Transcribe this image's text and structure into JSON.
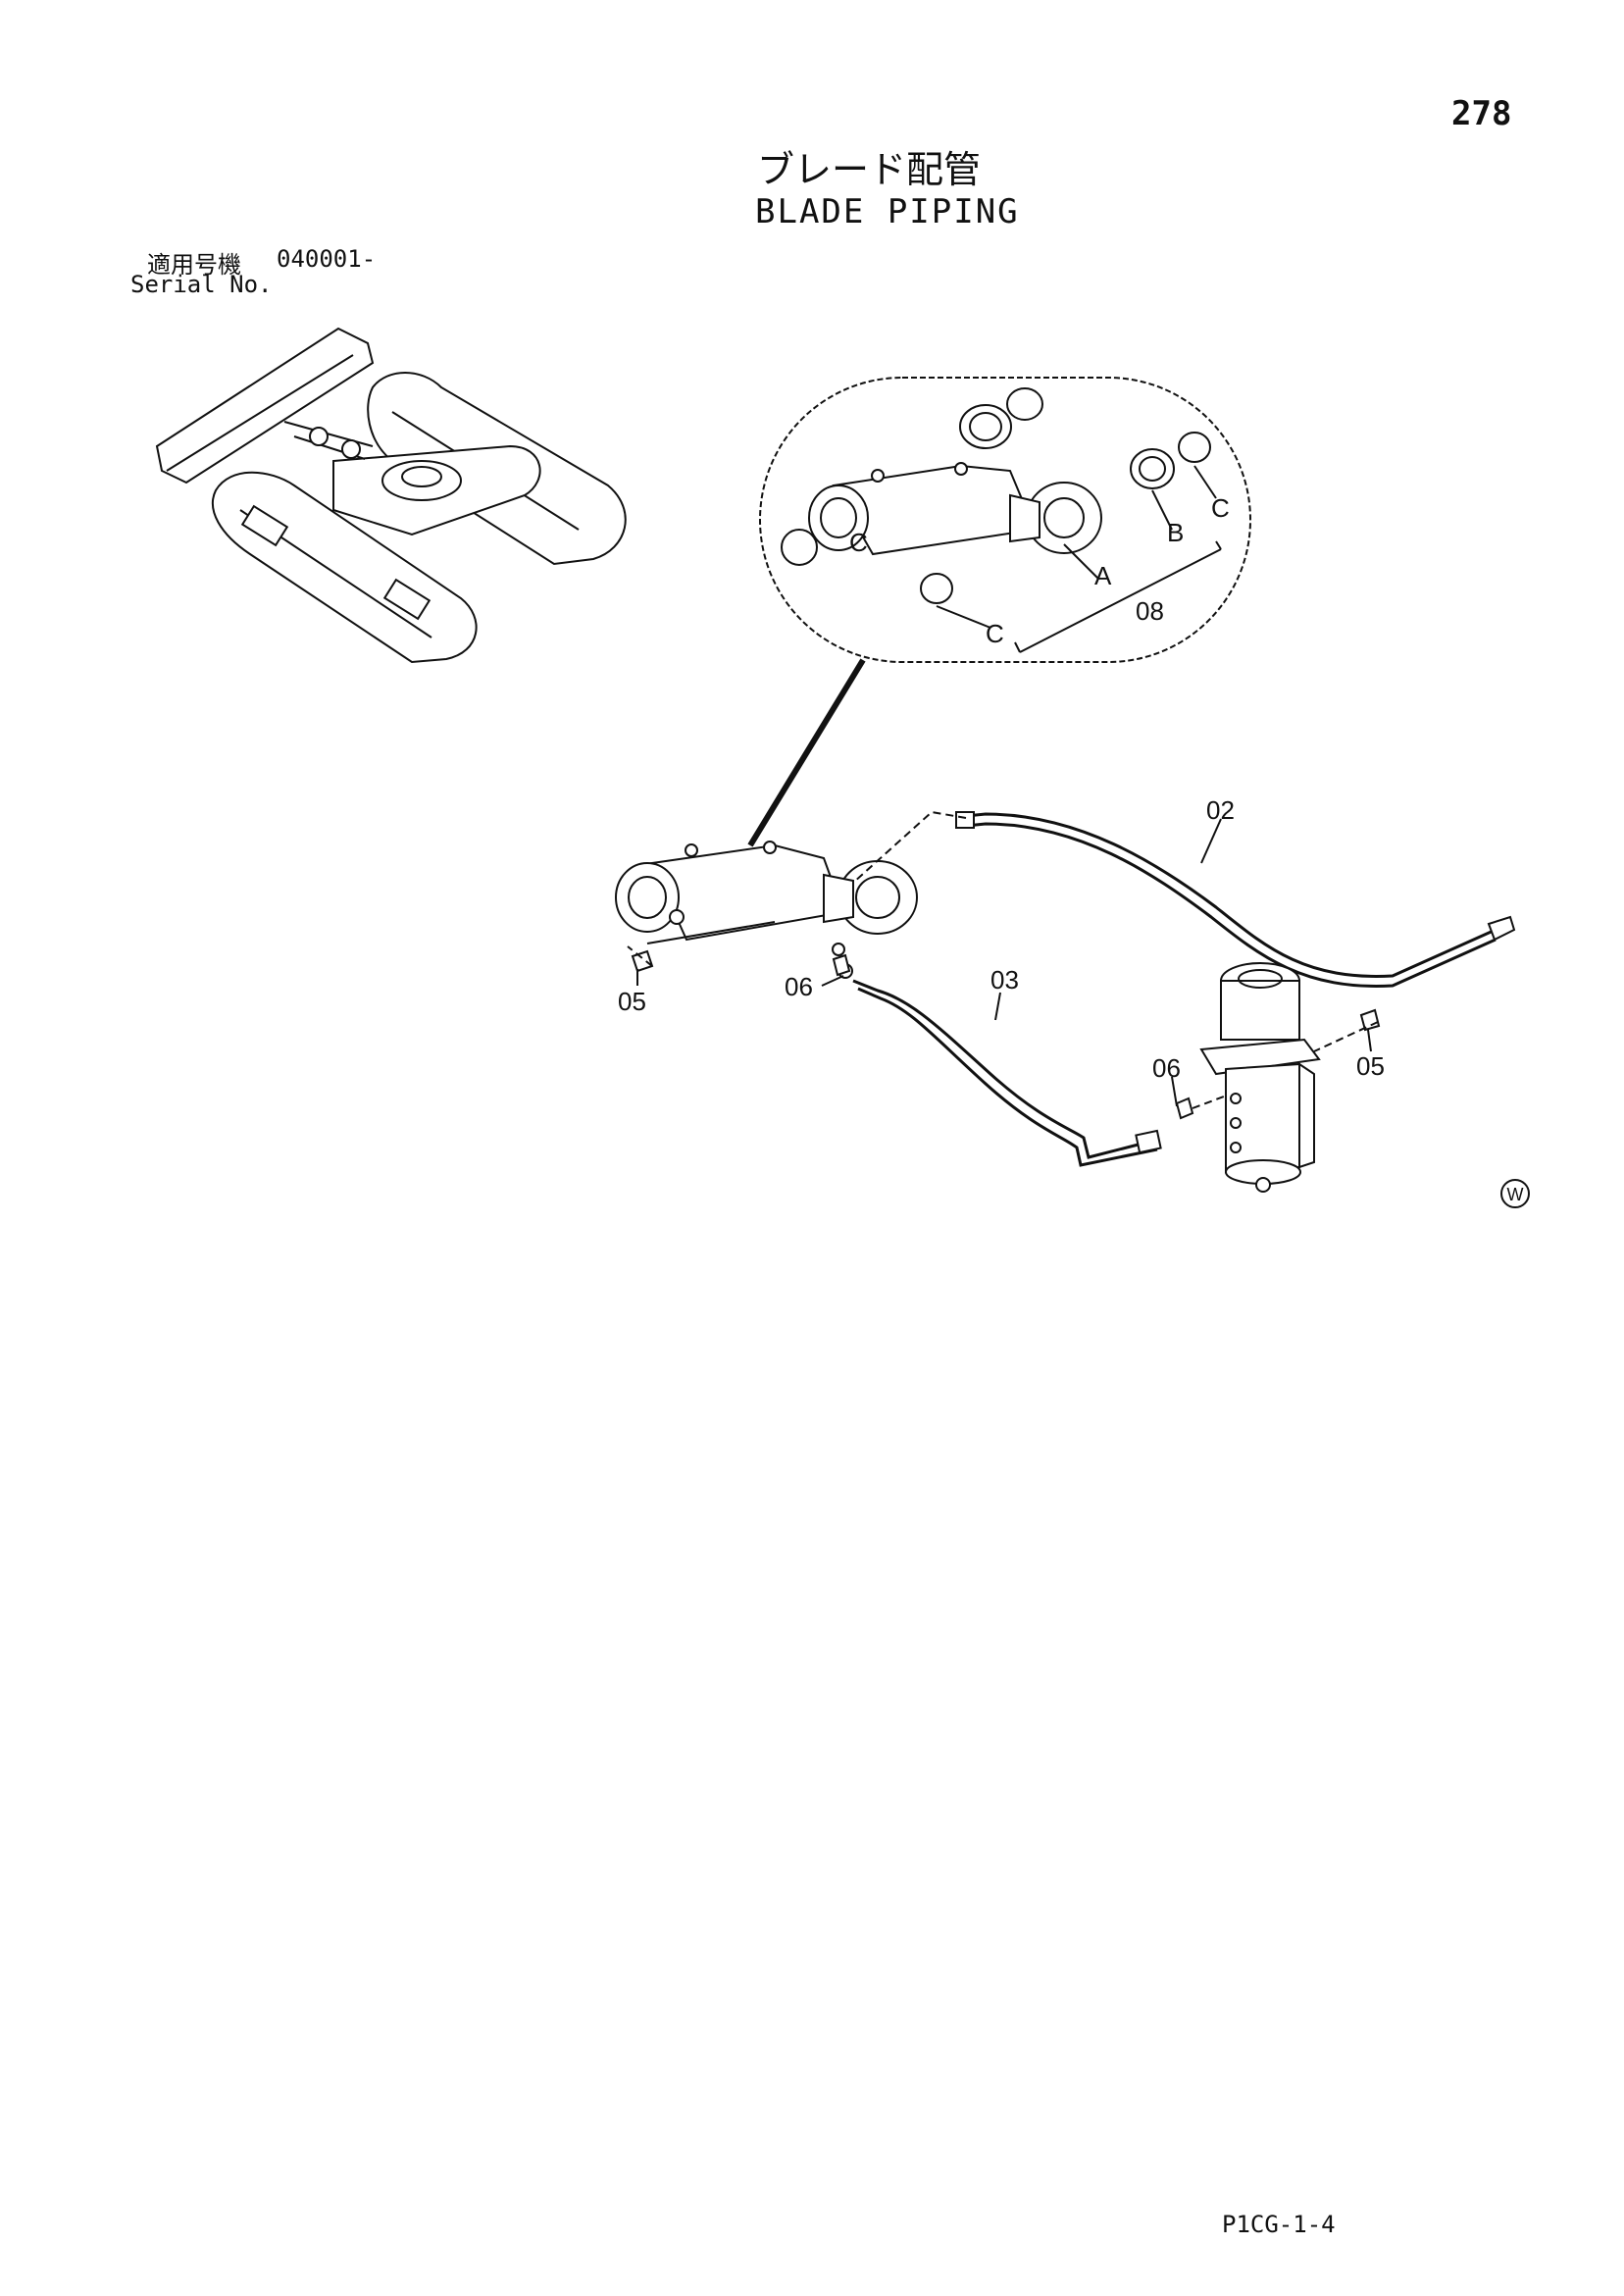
{
  "header": {
    "page_number": "278",
    "title_ja": "ブレード配管",
    "title_en": "BLADE PIPING"
  },
  "serial": {
    "label_ja": "適用号機",
    "value": "040001-",
    "label_en": "Serial No."
  },
  "callouts": {
    "hose_upper": "02",
    "hose_lower": "03",
    "elbow_left": "05",
    "elbow_right": "05",
    "adapter_left": "06",
    "adapter_right": "06",
    "seal_kit": "08",
    "part_a": "A",
    "part_b": "B",
    "part_c_top": "C",
    "part_c_bottom": "C",
    "part_c_left": "C"
  },
  "marks": {
    "circle_mark": "W"
  },
  "footer": {
    "code": "P1CG-1-4"
  },
  "icons": [
    "excavator-undercarriage-icon",
    "blade-cylinder-icon",
    "center-joint-icon"
  ]
}
